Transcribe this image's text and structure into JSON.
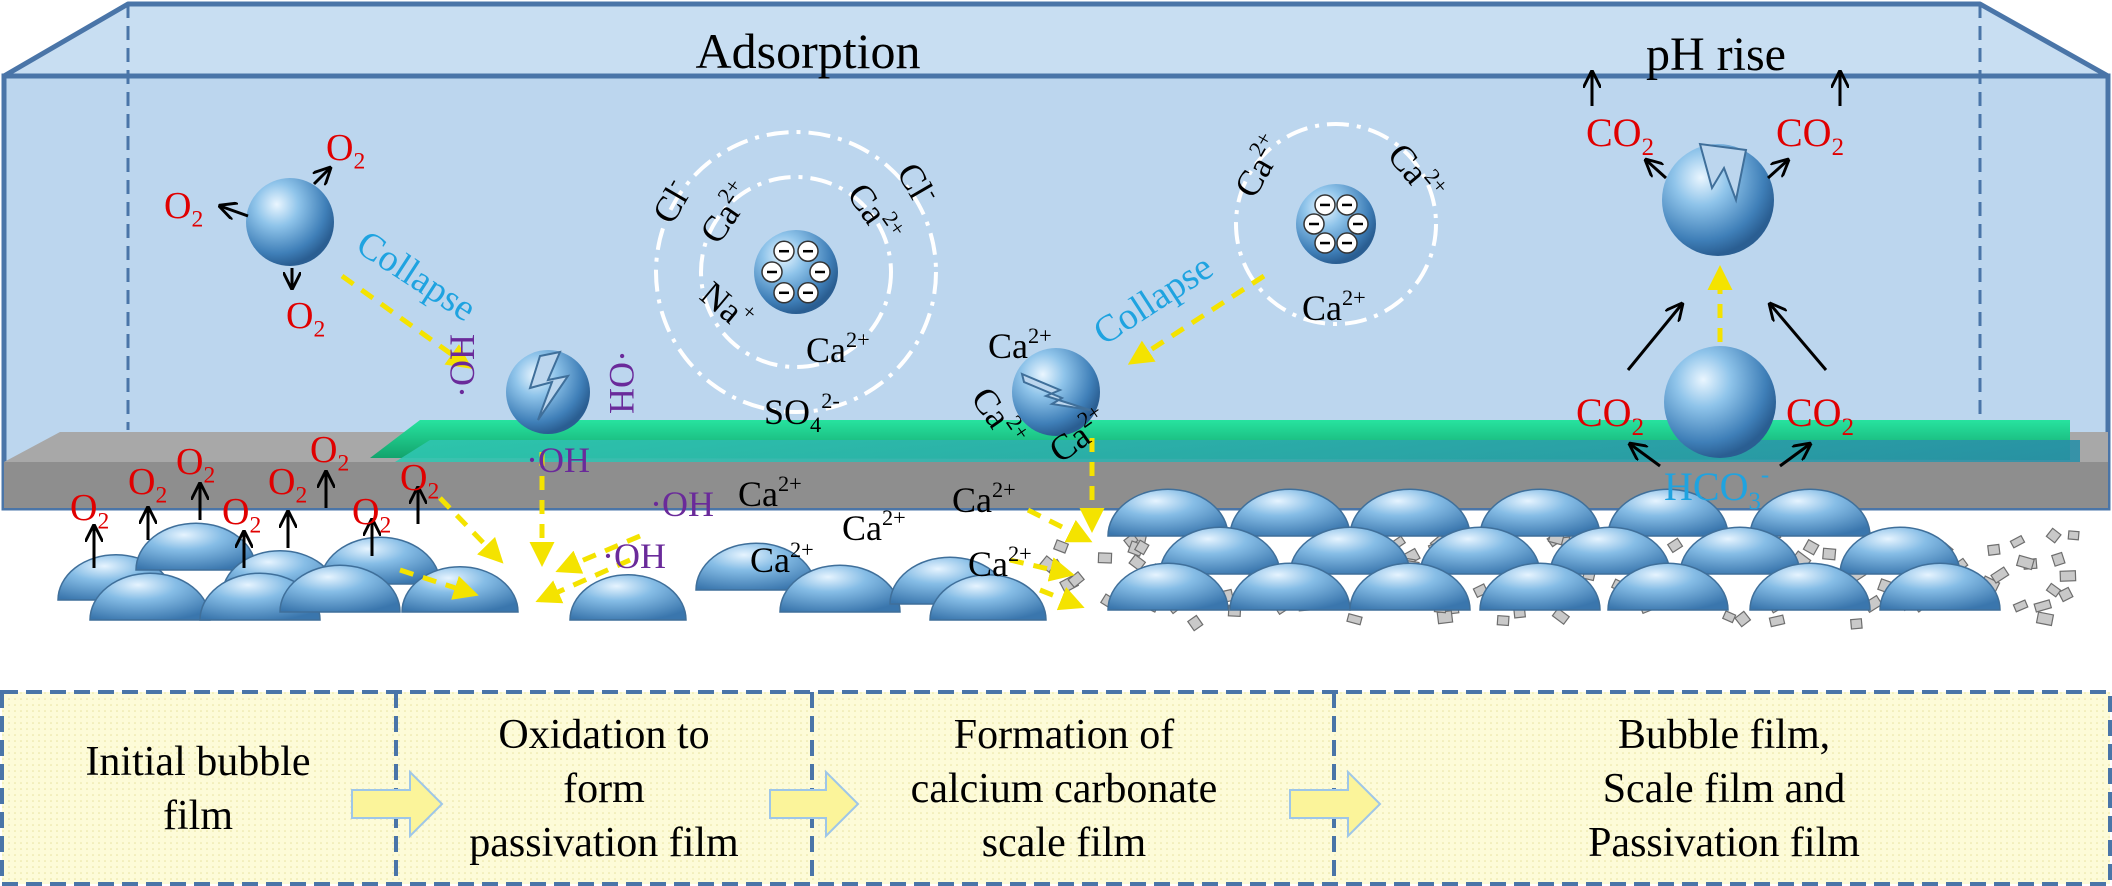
{
  "labels": {
    "adsorption": "Adsorption",
    "ph_rise": "pH rise",
    "collapse": "Collapse",
    "o2_main": "O",
    "o2_sub": "2",
    "co2_main": "CO",
    "co2_sub": "2",
    "hco3_main": "HCO",
    "hco3_sub": "3",
    "hco3_sup": "-",
    "oh": "·OH",
    "ca_main": "Ca",
    "ca_sup": "2+",
    "cl_main": "Cl",
    "cl_sup": "-",
    "na_main": "Na",
    "na_sup": "+",
    "so4_main": "SO",
    "so4_sub": "4",
    "so4_sup": "2-",
    "minus": "−"
  },
  "stages": [
    {
      "lines": [
        "Initial bubble",
        "film"
      ]
    },
    {
      "lines": [
        "Oxidation to",
        "form",
        "passivation film"
      ]
    },
    {
      "lines": [
        "Formation of",
        "calcium carbonate",
        "scale film"
      ]
    },
    {
      "lines": [
        "Bubble film,",
        "Scale film and",
        "Passivation film"
      ]
    }
  ],
  "colors": {
    "water": "#bcd6ee",
    "tank_edge": "#4a75a8",
    "floor": "#a8a8a8",
    "floor_front": "#8e8e8e",
    "film": "#1fd391",
    "film_dark": "#14a56f",
    "passivation": "#3aa8a0",
    "bubble": "#7fb8e0",
    "oxygen_label": "#e00000",
    "oh_label": "#6a2a9a",
    "collapse_label": "#1fa3e0",
    "arrow_yellow": "#f4e300",
    "caption_bg": "#fdfbd8",
    "caption_border": "#4a75a8"
  }
}
